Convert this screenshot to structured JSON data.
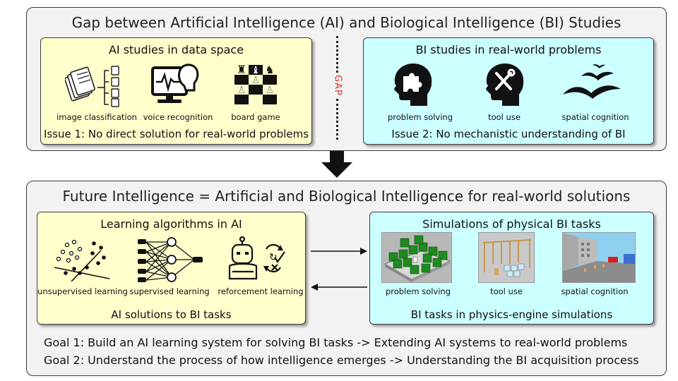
{
  "top_panel": {
    "title": "Gap between Artificial Intelligence (AI) and Biological Intelligence (BI) Studies",
    "ai_box": {
      "title": "AI studies in data space",
      "labels": [
        "image classification",
        "voice recognition",
        "board game"
      ],
      "issue": "Issue 1: No direct solution for real-world problems"
    },
    "gap_label": "GAP",
    "bi_box": {
      "title": "BI studies in real-world problems",
      "labels": [
        "problem solving",
        "tool use",
        "spatial cognition"
      ],
      "issue": "Issue 2: No mechanistic understanding of BI"
    }
  },
  "bottom_panel": {
    "title": "Future Intelligence = Artificial and Biological Intelligence for real-world solutions",
    "ai_box": {
      "title": "Learning algorithms in AI",
      "labels": [
        "unsupervised learning",
        "supervised learning",
        "reforcement learning"
      ],
      "footer": "AI solutions to BI tasks"
    },
    "sim_box": {
      "title": "Simulations of physical BI tasks",
      "labels": [
        "problem solving",
        "tool use",
        "spatial cognition"
      ],
      "footer": "BI tasks in physics-engine simulations"
    },
    "goals": [
      "Goal 1: Build an AI learning system for solving BI tasks -> Extending AI systems to real-world problems",
      "Goal 2: Understand the process of how intelligence emerges -> Understanding the BI acquisition process"
    ]
  },
  "colors": {
    "panel_bg": "#f2f2f2",
    "ai_box_bg": "#ffffcc",
    "bi_box_bg": "#ccffff",
    "gap_text": "#e03030"
  },
  "icons": [
    "documents-icon",
    "voice-monitor-icon",
    "chess-board-icon",
    "puzzle-head-icon",
    "tools-head-icon",
    "birds-icon",
    "scatter-clusters-icon",
    "neural-network-icon",
    "robot-icon",
    "down-arrow-icon",
    "right-arrow-icon",
    "left-arrow-icon"
  ]
}
